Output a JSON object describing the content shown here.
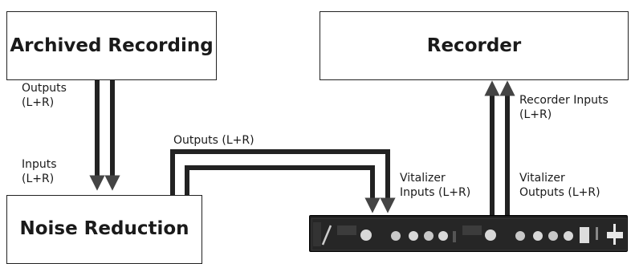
{
  "boxes": {
    "archived": "Archived Recording",
    "recorder": "Recorder",
    "noise": "Noise Reduction"
  },
  "labels": {
    "archived_outputs": "Outputs\n(L+R)",
    "noise_inputs": "Inputs\n(L+R)",
    "noise_outputs": "Outputs (L+R)",
    "recorder_inputs": "Recorder Inputs\n(L+R)",
    "vitalizer_inputs": "Vitalizer\nInputs (L+R)",
    "vitalizer_outputs": "Vitalizer\nOutputs (L+R)"
  },
  "device": {
    "icon": "rack-unit-vitalizer-icon"
  },
  "colors": {
    "line": "#222222",
    "box_border": "#222222",
    "rack_body": "#1c1c1c",
    "knob": "#d8d8d8"
  }
}
